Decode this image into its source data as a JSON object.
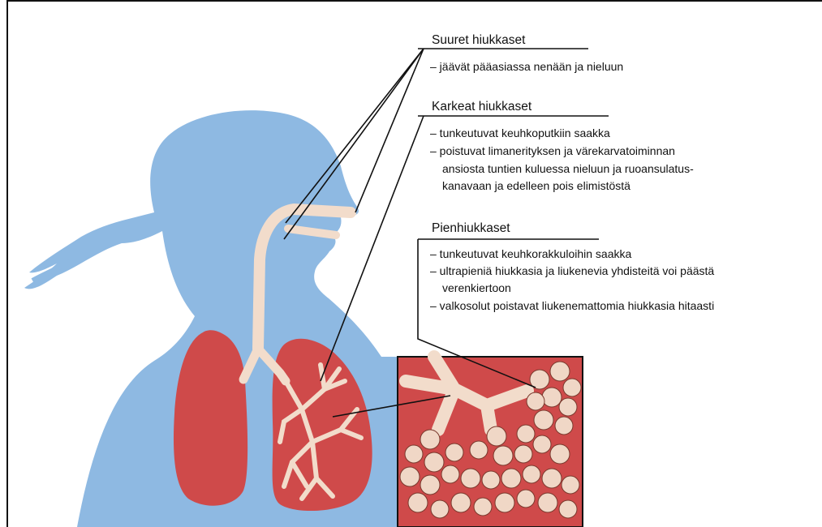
{
  "sections": {
    "large": {
      "title": "Suuret hiukkaset",
      "items": [
        "– jäävät pääasiassa nenään ja nieluun"
      ]
    },
    "coarse": {
      "title": "Karkeat hiukkaset",
      "items": [
        "– tunkeutuvat keuhkoputkiin saakka",
        "– poistuvat limanerityksen ja värekarvatoiminnan",
        "ansiosta tuntien kuluessa nieluun ja ruoansulatus-",
        "kanavaan ja edelleen pois elimistöstä"
      ]
    },
    "fine": {
      "title": "Pienhiukkaset",
      "items": [
        "– tunkeutuvat keuhkorakkuloihin saakka",
        "– ultrapieniä hiukkasia ja liukenevia yhdisteitä voi päästä",
        "verenkiertoon",
        "– valkosolut poistavat liukenemattomia hiukkasia hitaasti"
      ]
    }
  },
  "colors": {
    "body": "#8eb9e2",
    "lung": "#cf4a4a",
    "airway": "#f2dccb",
    "alveoli": "#f0d7c6",
    "outline": "#111111"
  }
}
